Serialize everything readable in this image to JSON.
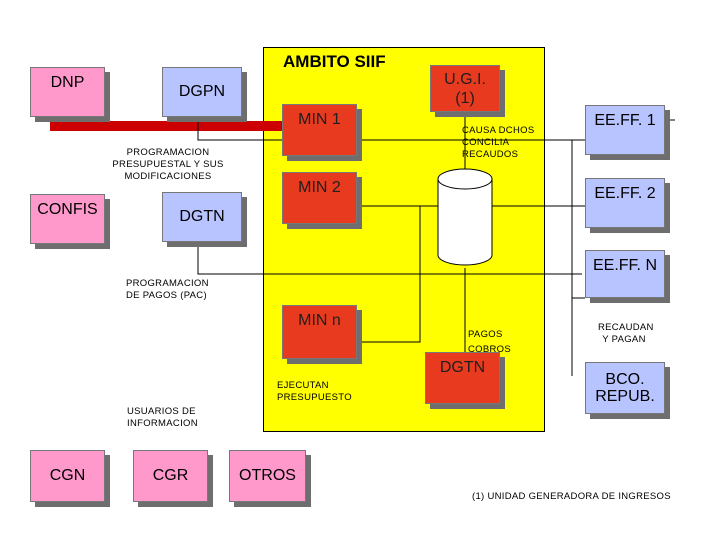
{
  "title": "AMBITO SIIF",
  "boxes": {
    "dnp": "DNP",
    "dgpn": "DGPN",
    "confis": "CONFIS",
    "dgtn_left": "DGTN",
    "min1": "MIN 1",
    "min2": "MIN 2",
    "minn": "MIN n",
    "ugi_line1": "U.G.I.",
    "ugi_line2": "(1)",
    "dgtn_center": "DGTN",
    "eeff1": "EE.FF. 1",
    "eeff2": "EE.FF. 2",
    "eeffn": "EE.FF. N",
    "bco_line1": "BCO.",
    "bco_line2": "REPUB.",
    "cgn": "CGN",
    "cgr": "CGR",
    "otros": "OTROS"
  },
  "labels": {
    "prog_presupuestal": [
      "PROGRAMACION",
      "PRESUPUESTAL Y SUS",
      "MODIFICACIONES"
    ],
    "prog_pagos": [
      "PROGRAMACION",
      "DE PAGOS (PAC)"
    ],
    "causa": [
      "CAUSA DCHOS",
      "CONCILIA",
      "RECAUDOS"
    ],
    "pagos_cobros": [
      "PAGOS",
      "COBROS"
    ],
    "recaudan": [
      "RECAUDAN",
      "Y PAGAN"
    ],
    "ejecutan": [
      "EJECUTAN",
      "PRESUPUESTO"
    ],
    "usuarios": [
      "USUARIOS DE",
      "INFORMACION"
    ],
    "footnote": "(1) UNIDAD GENERADORA DE INGRESOS"
  },
  "colors": {
    "ambito_bg": "#ffff00",
    "entity_pink": "#ff99cc",
    "entity_blue": "#b8c4ff",
    "entity_red": "#e83a1e",
    "entity_gold": "#cda86a",
    "bar_red": "#cc0000"
  }
}
